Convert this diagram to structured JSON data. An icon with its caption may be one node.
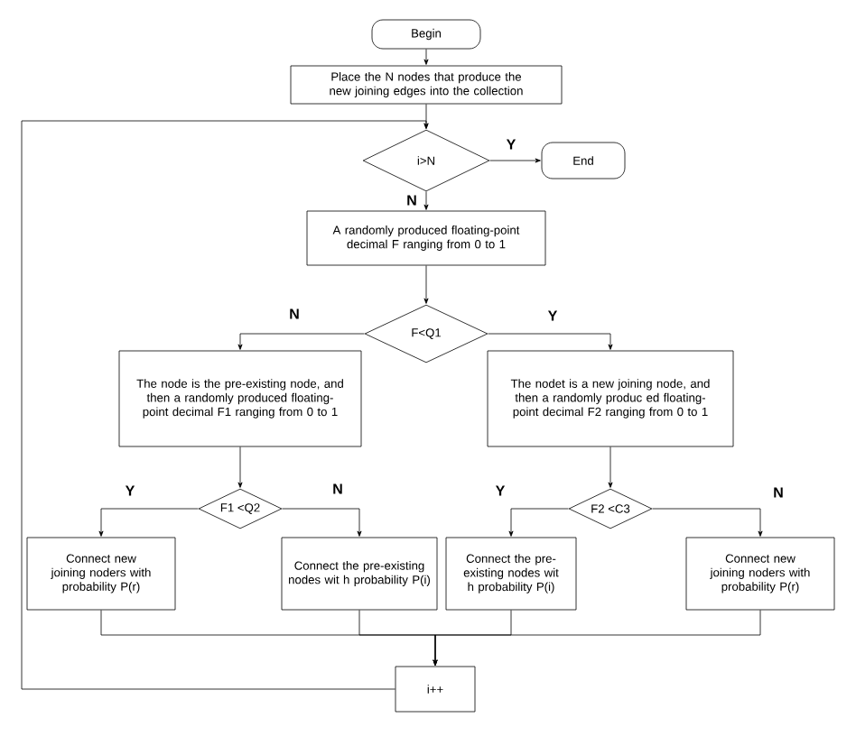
{
  "diagram": {
    "nodes": [
      {
        "text": [
          "Begin"
        ]
      },
      {
        "text": [
          "Place the N nodes that produce the new joining edges into the collection"
        ]
      },
      {
        "text": [
          "i>N"
        ]
      },
      {
        "text": [
          "End"
        ]
      },
      {
        "text": [
          "A randomly produced floating-point decimal F ranging from 0 to 1"
        ]
      },
      {
        "text": [
          "F<Q1"
        ]
      },
      {
        "text": [
          "The node is the pre-existing node, and then a randomly produced floating-point decimal F1 ranging from 0 to 1"
        ]
      },
      {
        "text": [
          "The nodet is a new joining node, and then a randomly produc ed floating-point decimal F2 ranging from 0 to 1"
        ]
      },
      {
        "text": [
          "F1 <Q2"
        ]
      },
      {
        "text": [
          "F2 <C3"
        ]
      },
      {
        "text": [
          "Connect new joining noders with probability P(r)"
        ]
      },
      {
        "text": [
          "Connect the pre-existing nodes wit h probability P(i)"
        ]
      },
      {
        "text": [
          "Connect the pre-existing nodes wit h probability P(i)"
        ]
      },
      {
        "text": [
          "Connect new joining noders with probability P(r)"
        ]
      },
      {
        "text": [
          "i++"
        ]
      }
    ],
    "edges": [
      {
        "from": 0,
        "to": 1,
        "arrow": "to"
      },
      {
        "from": 1,
        "to": 2,
        "arrow": "to"
      },
      {
        "from": 2,
        "to": 3,
        "arrow": "to",
        "label": "Y"
      },
      {
        "from": 2,
        "to": 4,
        "arrow": "to",
        "label": "N"
      },
      {
        "from": 4,
        "to": 5,
        "arrow": "to"
      },
      {
        "from": 5,
        "to": 6,
        "arrow": "to",
        "label": "N"
      },
      {
        "from": 5,
        "to": 7,
        "arrow": "to",
        "label": "Y"
      },
      {
        "from": 6,
        "to": 8,
        "arrow": "to"
      },
      {
        "from": 7,
        "to": 9,
        "arrow": "to"
      },
      {
        "from": 8,
        "to": 10,
        "arrow": "to",
        "label": "Y"
      },
      {
        "from": 8,
        "to": 11,
        "arrow": "to",
        "label": "N"
      },
      {
        "from": 9,
        "to": 12,
        "arrow": "to",
        "label": "Y"
      },
      {
        "from": 9,
        "to": 13,
        "arrow": "to",
        "label": "N"
      },
      {
        "from": 10,
        "to": 14,
        "arrow": "to"
      },
      {
        "from": 11,
        "to": 14,
        "arrow": "to"
      },
      {
        "from": 12,
        "to": 14,
        "arrow": "to"
      },
      {
        "from": 13,
        "to": 14,
        "arrow": "to"
      },
      {
        "from": 14,
        "to": 2,
        "arrow": "to"
      }
    ]
  }
}
